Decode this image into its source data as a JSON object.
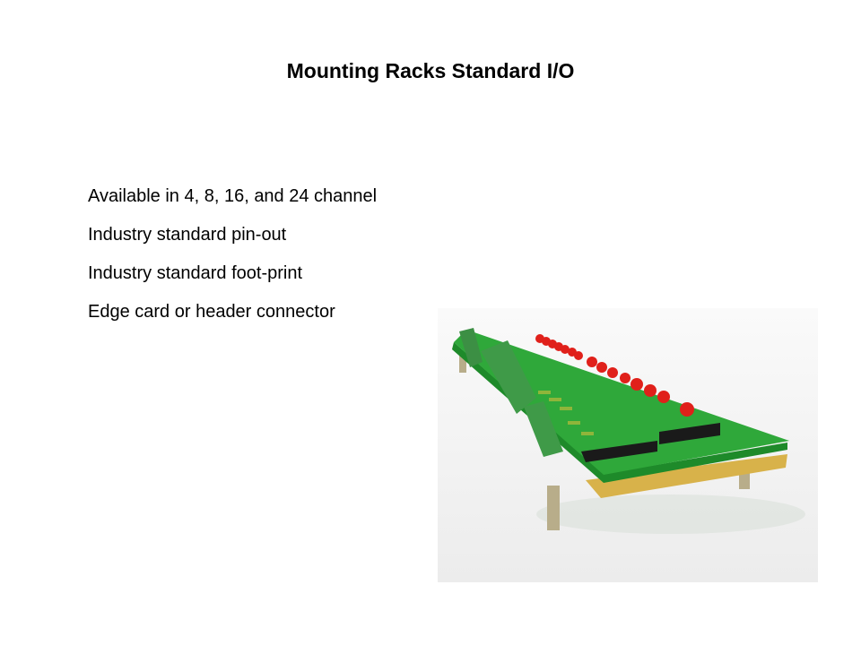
{
  "slide": {
    "title": "Mounting Racks Standard I/O",
    "bullets": [
      "Available in 4, 8, 16, and 24 channel",
      "Industry standard pin-out",
      "Industry standard foot-print",
      "Edge card or header connector"
    ],
    "image": {
      "subject": "mounting-rack-board-photo"
    }
  },
  "colors": {
    "board": "#2fa83a",
    "led": "#e0201a",
    "gold": "#d8b24a"
  }
}
